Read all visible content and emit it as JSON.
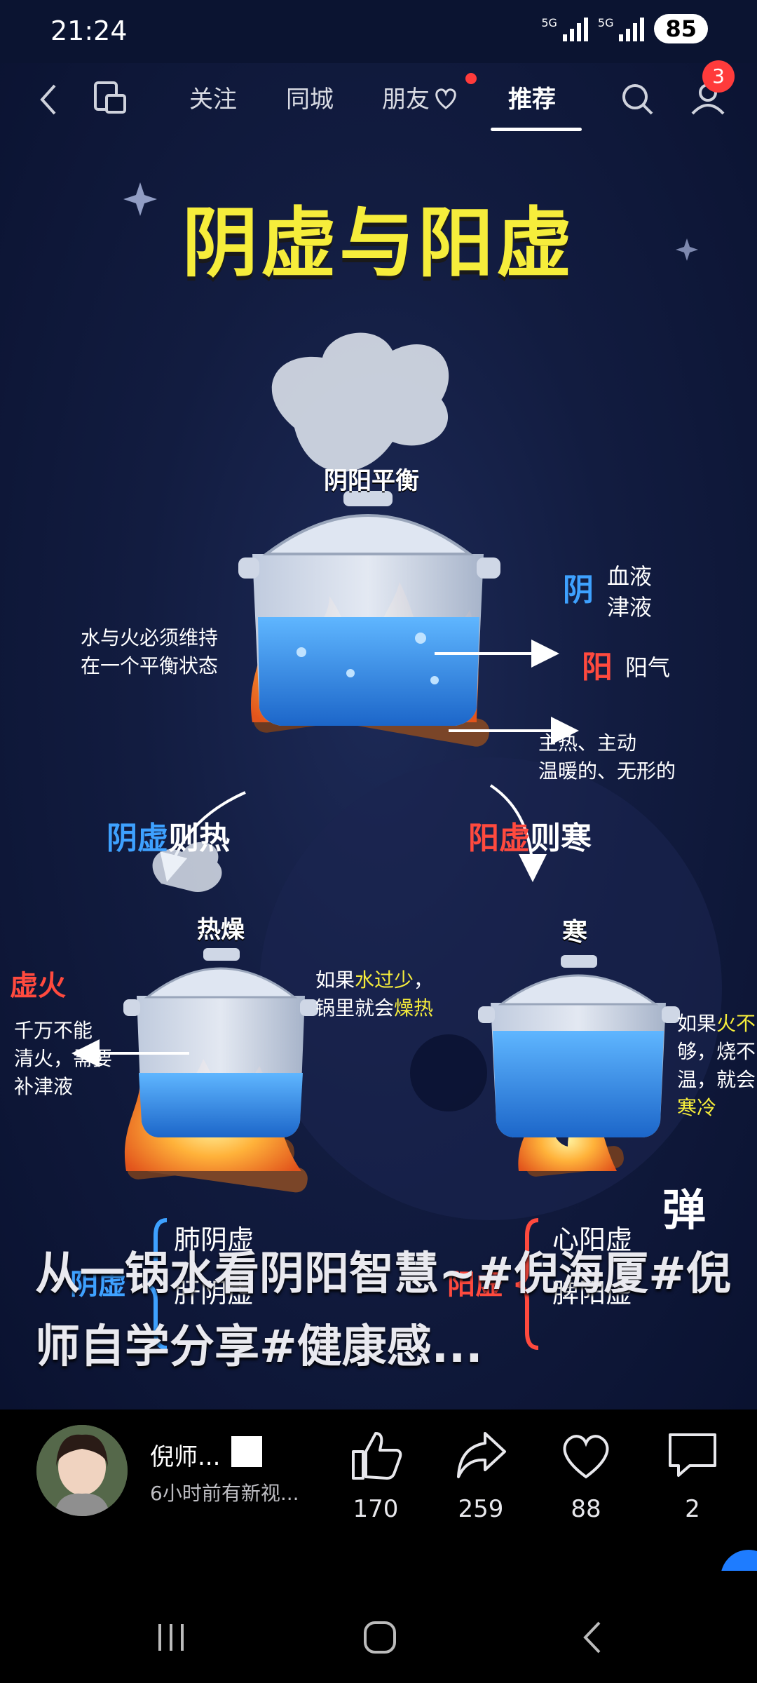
{
  "status_bar": {
    "time": "21:24",
    "network_1": "5G",
    "network_2": "5G",
    "battery": "85"
  },
  "nav": {
    "tabs": [
      {
        "label": "关注"
      },
      {
        "label": "同城"
      },
      {
        "label": "朋友"
      },
      {
        "label": "推荐",
        "active": true
      }
    ],
    "notification_count": "3"
  },
  "icons": {
    "back": "chevron-left-icon",
    "multi_window": "multi-window-icon",
    "heart": "heart-icon",
    "search": "search-icon",
    "profile": "profile-icon",
    "like": "thumbs-up-icon",
    "share": "share-arrow-icon",
    "favorite": "heart-outline-icon",
    "comment": "comment-bubble-icon"
  },
  "infographic": {
    "title": "阴虚与阳虚",
    "top_pot_label": "阴阳平衡",
    "balance_note_line1": "水与火必须维持",
    "balance_note_line2": "在一个平衡状态",
    "yin": "阴",
    "yin_desc_line1": "血液",
    "yin_desc_line2": "津液",
    "yang": "阳",
    "yang_desc": "阳气",
    "yang_traits_line1": "主热、主动",
    "yang_traits_line2": "温暖的、无形的",
    "yin_def_part1": "阴虚",
    "yin_def_part2": "则热",
    "yang_def_part1": "阳虚",
    "yang_def_part2": "则寒",
    "left_pot_label": "热燥",
    "right_pot_label": "寒",
    "xu_huo": "虚火",
    "left_note_line1": "千万不能",
    "left_note_line2": "清火，需要",
    "left_note_line3": "补津液",
    "mid_note_line1_a": "如果",
    "mid_note_line1_b": "水过少",
    "mid_note_line1_c": "，",
    "mid_note_line2_a": "锅里就会",
    "mid_note_line2_b": "燥热",
    "right_note_line1_a": "如果",
    "right_note_line1_b": "火不",
    "right_note_line2": "够，烧不",
    "right_note_line3": "温，就会",
    "right_note_line4": "寒冷",
    "yin_xu": "阴虚",
    "yin_xu_items": [
      "肺阴虚",
      "肝阴虚"
    ],
    "yang_xu": "阳虚",
    "yang_xu_items": [
      "心阳虚",
      "脾阳虚"
    ]
  },
  "danmu_icon_text": "弹",
  "caption": "从一锅水看阴阳智慧~#倪海厦#倪师自学分享#健康感...",
  "author": {
    "name": "倪师...",
    "subtitle": "6小时前有新视..."
  },
  "actions": {
    "likes": "170",
    "shares": "259",
    "favorites": "88",
    "comments": "2"
  },
  "colors": {
    "title_yellow": "#f6ed3b",
    "yin_blue": "#3ea1ff",
    "yang_red": "#ff4a3e",
    "background_navy": "#121c40"
  }
}
